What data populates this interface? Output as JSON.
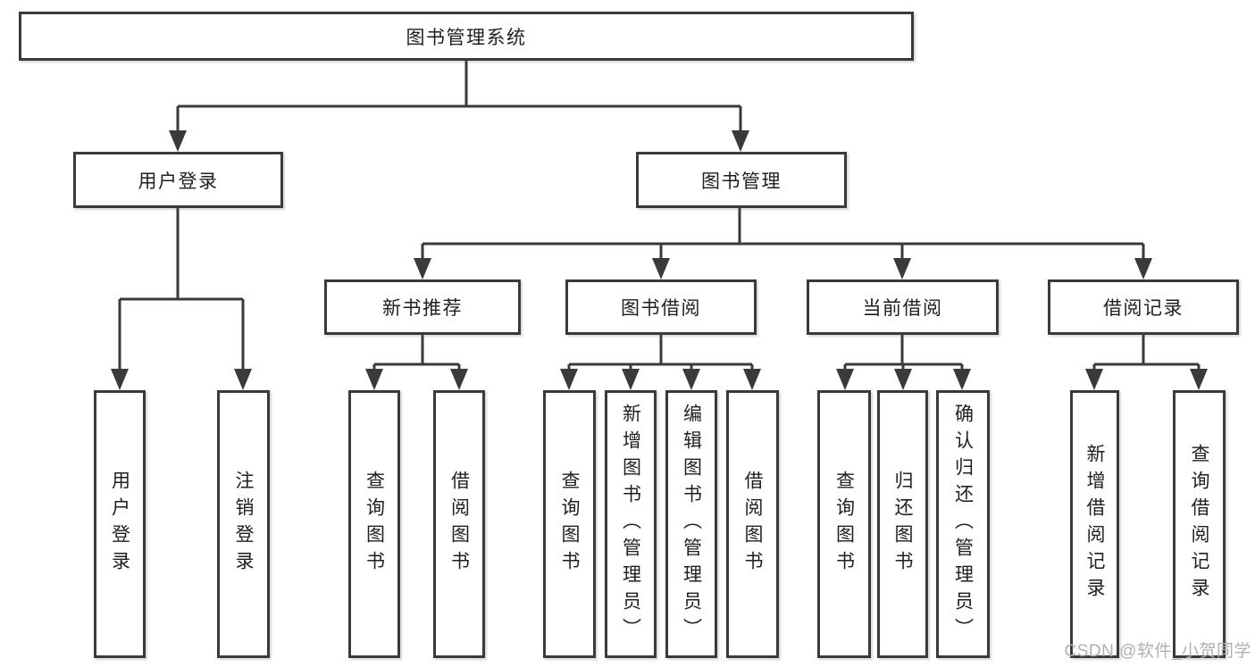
{
  "diagram": {
    "root_label": "图书管理系统",
    "branches": {
      "user_login": {
        "label": "用户登录",
        "children": {
          "login": {
            "label": "用户登录"
          },
          "logout": {
            "label": "注销登录"
          }
        }
      },
      "book_management": {
        "label": "图书管理",
        "children": {
          "new_book_recommend": {
            "label": "新书推荐",
            "children": {
              "query_books": {
                "label": "查询图书"
              },
              "borrow_books": {
                "label": "借阅图书"
              }
            }
          },
          "book_borrowing": {
            "label": "图书借阅",
            "children": {
              "query_books": {
                "label": "查询图书"
              },
              "add_books": {
                "label": "新增图书（管理员）"
              },
              "edit_books": {
                "label": "编辑图书（管理员）"
              },
              "borrow_books": {
                "label": "借阅图书"
              }
            }
          },
          "current_borrowing": {
            "label": "当前借阅",
            "children": {
              "query_books": {
                "label": "查询图书"
              },
              "return_books": {
                "label": "归还图书"
              },
              "confirm_return": {
                "label": "确认归还（管理员）"
              }
            }
          },
          "borrowing_records": {
            "label": "借阅记录",
            "children": {
              "add_record": {
                "label": "新增借阅记录"
              },
              "query_record": {
                "label": "查询借阅记录"
              }
            }
          }
        }
      }
    }
  },
  "watermark": {
    "text": "CSDN @软件_小贺同学"
  },
  "colors": {
    "line": "#3a3a3a",
    "text": "#1f1f1f",
    "watermark": "#b0b0b0",
    "background": "#ffffff"
  }
}
